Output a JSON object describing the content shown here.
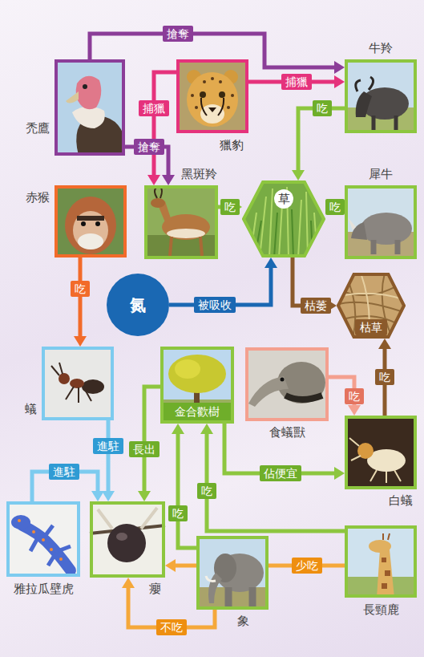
{
  "diagram": {
    "nodes": [
      {
        "text": [
          "禿鷹"
        ]
      },
      {
        "text": [
          "獵豹"
        ]
      },
      {
        "text": [
          "牛羚"
        ]
      },
      {
        "text": [
          "赤猴"
        ]
      },
      {
        "text": [
          "黑斑羚"
        ]
      },
      {
        "text": [
          "草"
        ]
      },
      {
        "text": [
          "犀牛"
        ]
      },
      {
        "text": [
          "氮"
        ]
      },
      {
        "text": [
          "枯草"
        ]
      },
      {
        "text": [
          "蟻"
        ]
      },
      {
        "text": [
          "金合歡樹"
        ]
      },
      {
        "text": [
          "食蟻獸"
        ]
      },
      {
        "text": [
          "白蟻"
        ]
      },
      {
        "text": [
          "雅拉瓜壁虎"
        ]
      },
      {
        "text": [
          "癭"
        ]
      },
      {
        "text": [
          "象"
        ]
      },
      {
        "text": [
          "長頸鹿"
        ]
      }
    ],
    "edges": [
      {
        "from": 0,
        "to": 2,
        "label": "搶奪",
        "arrow": "to"
      },
      {
        "from": 0,
        "to": 4,
        "label": "搶奪",
        "arrow": "to"
      },
      {
        "from": 1,
        "to": 2,
        "label": "捕獵",
        "arrow": "to"
      },
      {
        "from": 1,
        "to": 4,
        "label": "捕獵",
        "arrow": "to"
      },
      {
        "from": 2,
        "to": 5,
        "label": "吃",
        "arrow": "to"
      },
      {
        "from": 4,
        "to": 5,
        "label": "吃",
        "arrow": "to"
      },
      {
        "from": 6,
        "to": 5,
        "label": "吃",
        "arrow": "to"
      },
      {
        "from": 3,
        "to": 9,
        "label": "吃",
        "arrow": "to"
      },
      {
        "from": 7,
        "to": 5,
        "label": "被吸收",
        "arrow": "to"
      },
      {
        "from": 5,
        "to": 8,
        "label": "枯萎",
        "arrow": "to"
      },
      {
        "from": 9,
        "to": 14,
        "label": "進駐",
        "arrow": "to"
      },
      {
        "from": 13,
        "to": 14,
        "label": "進駐",
        "arrow": "to"
      },
      {
        "from": 10,
        "to": 14,
        "label": "長出",
        "arrow": "to"
      },
      {
        "from": 11,
        "to": 12,
        "label": "吃",
        "arrow": "to"
      },
      {
        "from": 12,
        "to": 8,
        "label": "吃",
        "arrow": "to"
      },
      {
        "from": 10,
        "to": 12,
        "label": "佔便宜",
        "arrow": "to"
      },
      {
        "from": 15,
        "to": 10,
        "label": "吃",
        "arrow": "to"
      },
      {
        "from": 16,
        "to": 10,
        "label": "吃",
        "arrow": "to"
      },
      {
        "from": 16,
        "to": 14,
        "label": "少吃",
        "arrow": "to"
      },
      {
        "from": 15,
        "to": 14,
        "label": "不吃",
        "arrow": "to"
      }
    ]
  }
}
